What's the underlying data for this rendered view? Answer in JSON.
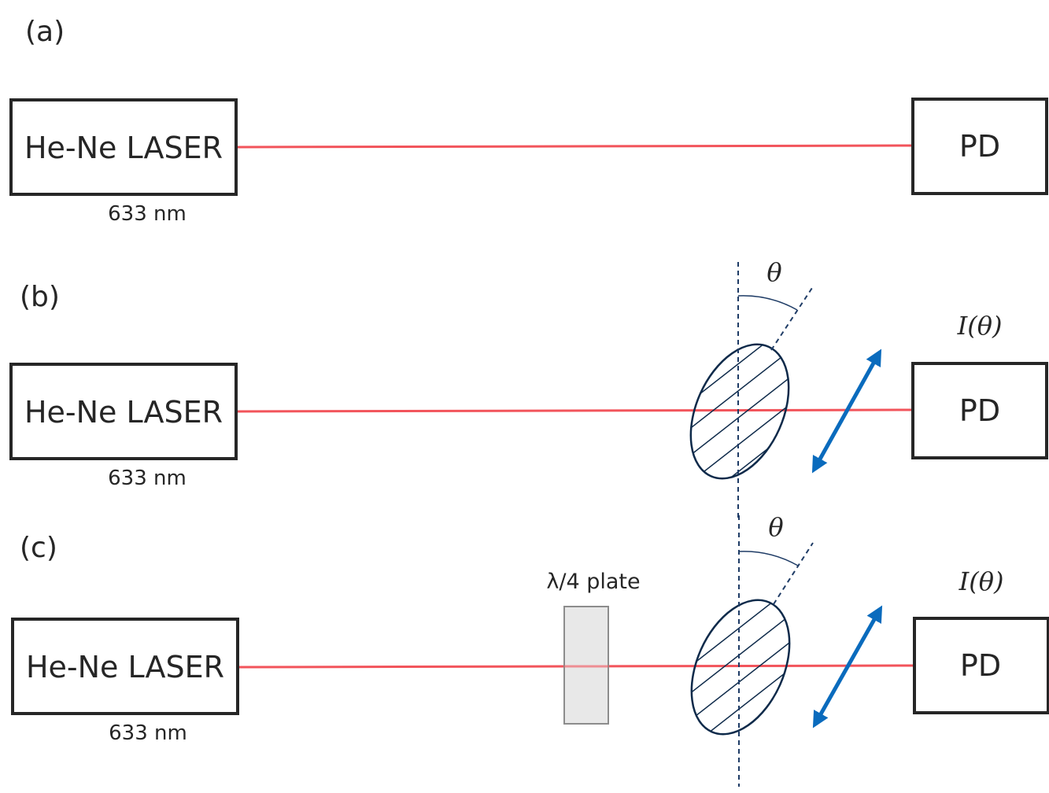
{
  "colors": {
    "beam": "#f2545b",
    "box_stroke": "#262626",
    "polarizer_stroke": "#0e2a4a",
    "axis_dash": "#1f3c66",
    "arrow": "#0a6bbd",
    "plate_fill": "#e8e8e8",
    "plate_stroke": "#8c8c8c"
  },
  "panels": [
    {
      "label": "(a)",
      "laser": {
        "label": "He-Ne LASER",
        "wavelength": "633 nm"
      },
      "detector": {
        "label": "PD"
      }
    },
    {
      "label": "(b)",
      "laser": {
        "label": "He-Ne LASER",
        "wavelength": "633 nm"
      },
      "detector": {
        "label": "PD"
      },
      "polarizer": {
        "angle_symbol": "θ"
      },
      "intensity_label": "I(θ)"
    },
    {
      "label": "(c)",
      "laser": {
        "label": "He-Ne LASER",
        "wavelength": "633 nm"
      },
      "detector": {
        "label": "PD"
      },
      "waveplate": {
        "label": "λ/4 plate"
      },
      "polarizer": {
        "angle_symbol": "θ"
      },
      "intensity_label": "I(θ)"
    }
  ]
}
